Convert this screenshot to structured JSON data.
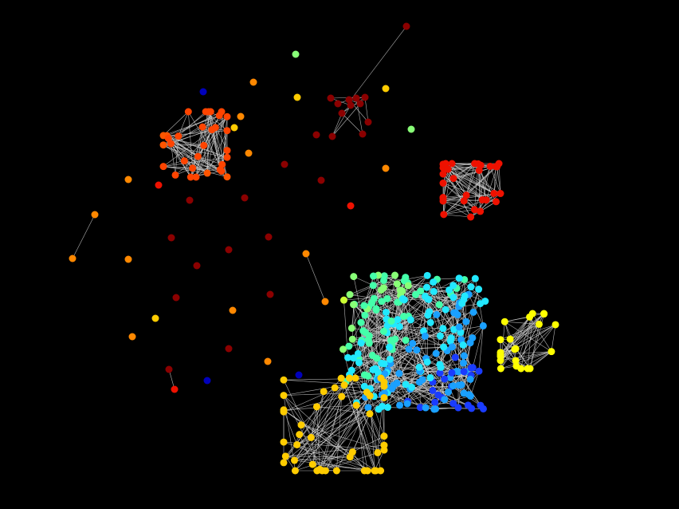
{
  "figure": {
    "background": "#000000",
    "edge_color": "#d0d0d0",
    "palette": {
      "dark-red": "#8b0000",
      "red": "#ee1100",
      "orange-red": "#ff4400",
      "orange": "#ff8800",
      "yellow-orange": "#ffcc00",
      "yellow": "#ffff00",
      "yellow-green": "#ccff33",
      "light-green": "#88ff77",
      "aquamarine": "#44ffaa",
      "cyan": "#22e8ff",
      "sky-blue": "#1aa0ff",
      "blue": "#1a3cff",
      "dark-blue": "#0000bb"
    },
    "clusters": [
      {
        "id": "orange-red-cluster",
        "color": "orange-red",
        "node_count": 30,
        "edges": "dense"
      },
      {
        "id": "dark-red-small-cluster",
        "color": "dark-red",
        "node_count": 10,
        "edges": "sparse"
      },
      {
        "id": "red-cluster",
        "color": "red",
        "node_count": 28,
        "edges": "dense"
      },
      {
        "id": "multicolor-large-cluster",
        "color": "cyan-blue-green gradient",
        "node_count": 220,
        "edges": "dense"
      },
      {
        "id": "yellow-small-cluster",
        "color": "yellow",
        "node_count": 22,
        "edges": "dense"
      },
      {
        "id": "gold-cluster",
        "color": "yellow-orange",
        "node_count": 45,
        "edges": "medium"
      }
    ],
    "isolated_nodes": {
      "count": 40,
      "colors": [
        "dark-red",
        "orange",
        "yellow-orange",
        "light-green",
        "dark-blue"
      ]
    }
  }
}
